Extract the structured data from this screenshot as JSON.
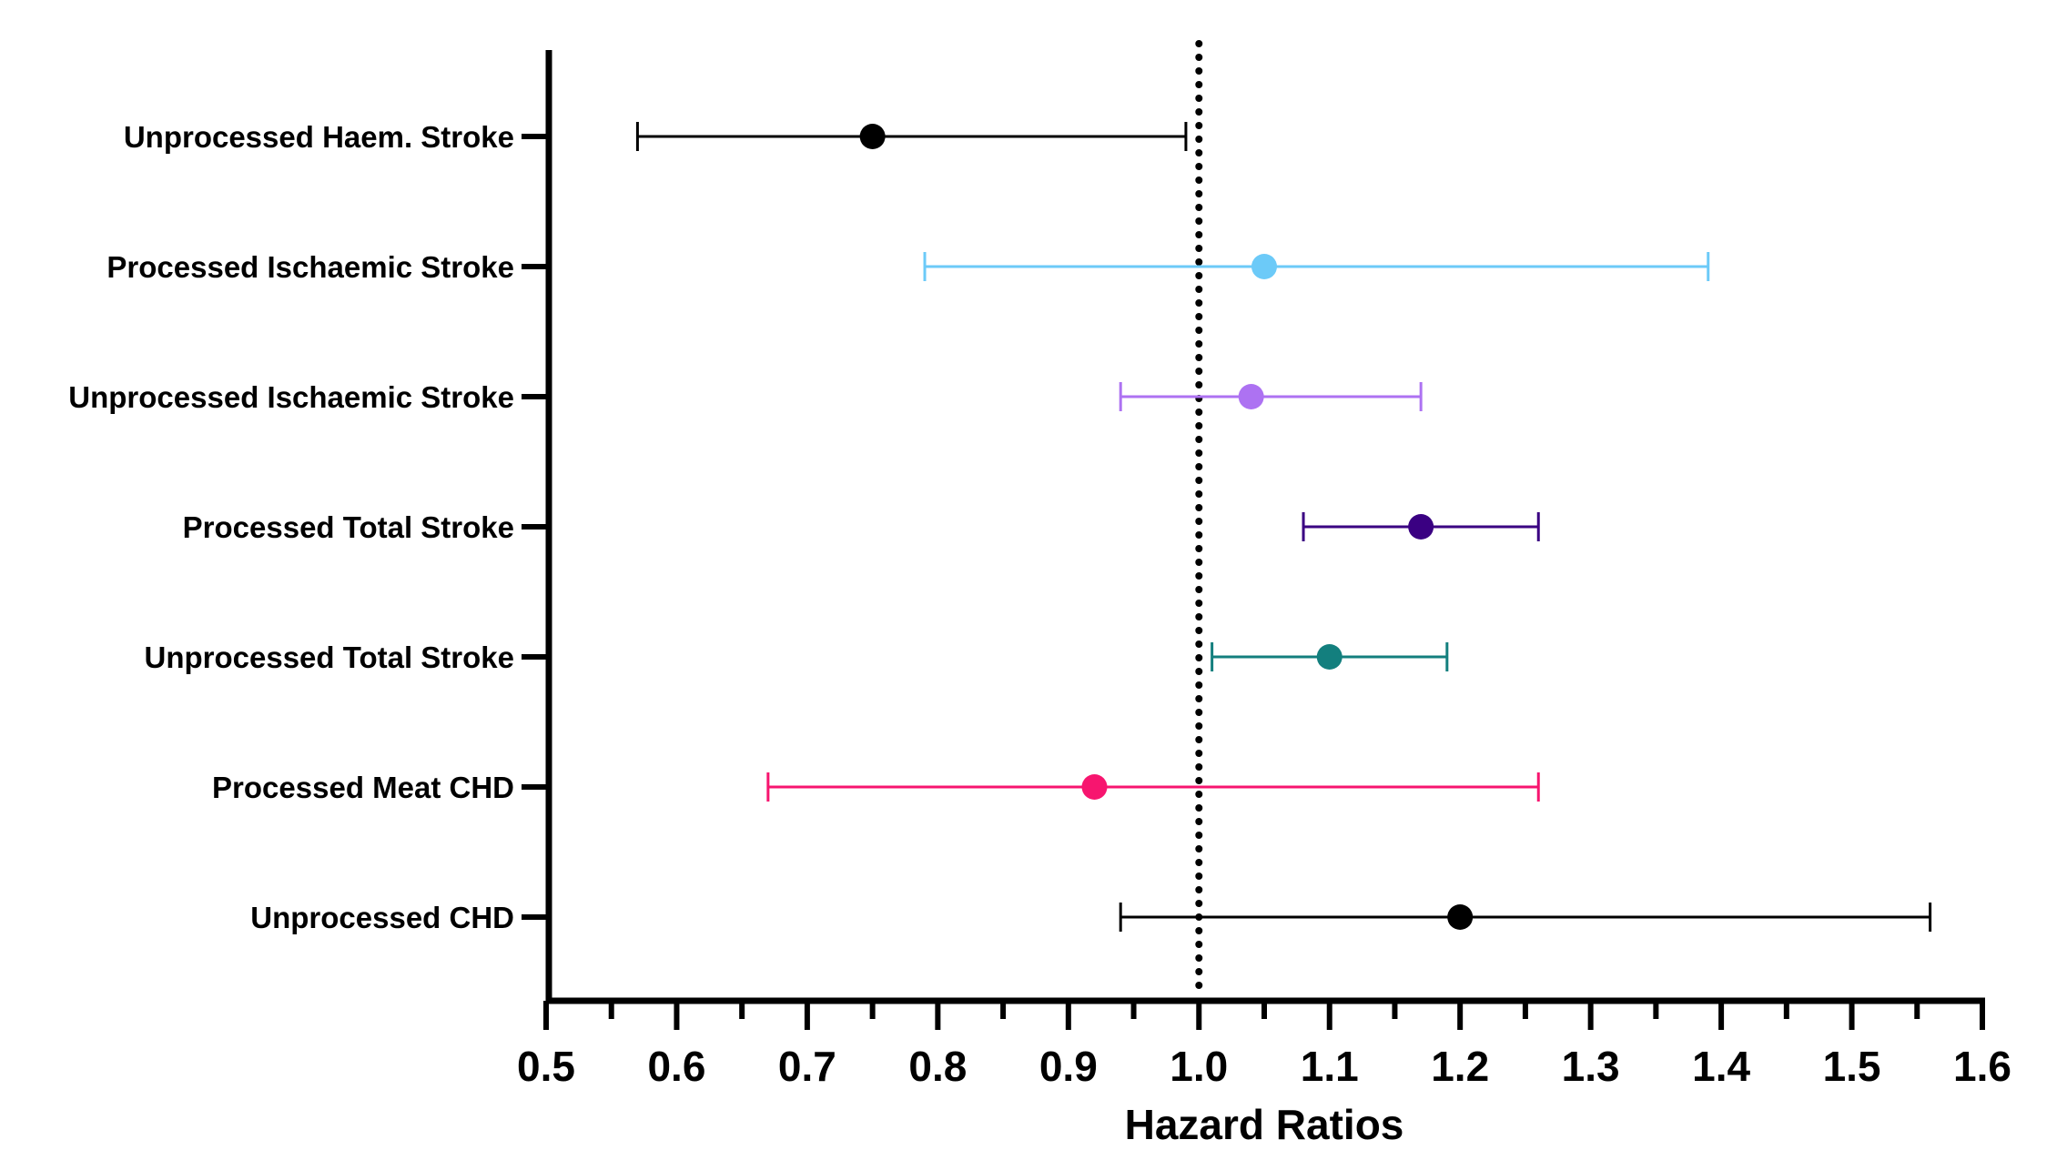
{
  "chart_data": {
    "type": "forest",
    "title": "",
    "xlabel": "Hazard Ratios",
    "ylabel": "",
    "xlim": [
      0.5,
      1.6
    ],
    "x_major_ticks": [
      0.5,
      0.6,
      0.7,
      0.8,
      0.9,
      1.0,
      1.1,
      1.2,
      1.3,
      1.4,
      1.5,
      1.6
    ],
    "x_tick_labels": [
      "0.5",
      "0.6",
      "0.7",
      "0.8",
      "0.9",
      "1.0",
      "1.1",
      "1.2",
      "1.3",
      "1.4",
      "1.5",
      "1.6"
    ],
    "x_minor_tick_step": 0.05,
    "reference_line": 1.0,
    "grid": false,
    "rows": [
      {
        "label": "Unprocessed Haem. Stroke",
        "hr": 0.75,
        "lower": 0.57,
        "upper": 0.99,
        "color": "#000000"
      },
      {
        "label": "Processed Ischaemic Stroke",
        "hr": 1.05,
        "lower": 0.79,
        "upper": 1.39,
        "color": "#6ccaf8"
      },
      {
        "label": "Unprocessed Ischaemic Stroke",
        "hr": 1.04,
        "lower": 0.94,
        "upper": 1.17,
        "color": "#ad72f2"
      },
      {
        "label": "Processed Total Stroke",
        "hr": 1.17,
        "lower": 1.08,
        "upper": 1.26,
        "color": "#3a0082"
      },
      {
        "label": "Unprocessed Total Stroke",
        "hr": 1.1,
        "lower": 1.01,
        "upper": 1.19,
        "color": "#137f7e"
      },
      {
        "label": "Processed Meat CHD",
        "hr": 0.92,
        "lower": 0.67,
        "upper": 1.26,
        "color": "#f7156f"
      },
      {
        "label": "Unprocessed CHD",
        "hr": 1.2,
        "lower": 0.94,
        "upper": 1.56,
        "color": "#000000"
      }
    ]
  }
}
